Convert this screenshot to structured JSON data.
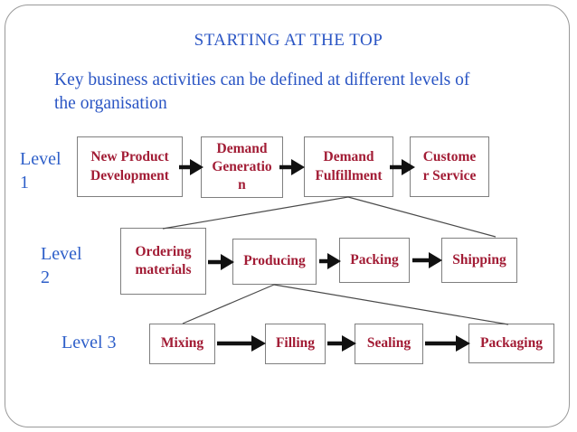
{
  "slide": {
    "title": "STARTING AT THE TOP",
    "subtitle": "Key business activities can be defined at different levels of\nthe organisation",
    "colors": {
      "title_blue": "#2a55c4",
      "label_blue": "#2e5fc9",
      "box_text_red": "#a21c35",
      "box_border": "#7f7f7f",
      "arrow_black": "#111111",
      "line_gray": "#4a4a4a",
      "slide_border": "#999999"
    },
    "levels": [
      {
        "label": "Level 1",
        "boxes": [
          "New Product\nDevelopment",
          "Demand\nGeneratio\nn",
          "Demand\nFulfillment",
          "Custome\nr Service"
        ]
      },
      {
        "label": "Level 2",
        "boxes": [
          "Ordering\nmaterials",
          "Producing",
          "Packing",
          "Shipping"
        ]
      },
      {
        "label": "Level 3",
        "boxes": [
          "Mixing",
          "Filling",
          "Sealing",
          "Packaging"
        ]
      }
    ]
  }
}
